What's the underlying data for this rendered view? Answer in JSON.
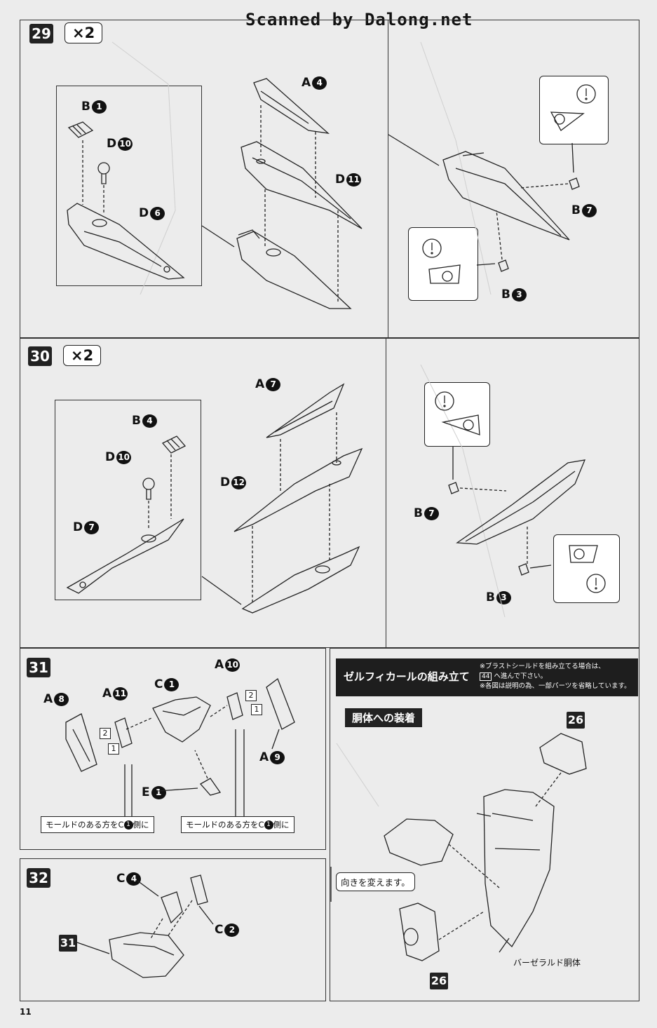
{
  "header": {
    "scan_credit": "Scanned by Dalong.net"
  },
  "page_number": "11",
  "steps": [
    {
      "number": "29",
      "multiplier": "×2",
      "labels": [
        {
          "letter": "B",
          "num": "1"
        },
        {
          "letter": "D",
          "num": "10"
        },
        {
          "letter": "D",
          "num": "6"
        },
        {
          "letter": "A",
          "num": "4"
        },
        {
          "letter": "D",
          "num": "11"
        },
        {
          "letter": "B",
          "num": "7"
        },
        {
          "letter": "B",
          "num": "3"
        }
      ]
    },
    {
      "number": "30",
      "multiplier": "×2",
      "labels": [
        {
          "letter": "B",
          "num": "4"
        },
        {
          "letter": "D",
          "num": "10"
        },
        {
          "letter": "D",
          "num": "7"
        },
        {
          "letter": "A",
          "num": "7"
        },
        {
          "letter": "D",
          "num": "12"
        },
        {
          "letter": "B",
          "num": "7"
        },
        {
          "letter": "B",
          "num": "3"
        }
      ]
    },
    {
      "number": "31",
      "labels": [
        {
          "letter": "A",
          "num": "8"
        },
        {
          "letter": "A",
          "num": "11"
        },
        {
          "letter": "C",
          "num": "1"
        },
        {
          "letter": "A",
          "num": "10"
        },
        {
          "letter": "A",
          "num": "9"
        },
        {
          "letter": "E",
          "num": "1"
        }
      ],
      "order_marks": [
        "2",
        "1",
        "2",
        "1"
      ],
      "notes": [
        {
          "before": "モールドのある方をC",
          "num": "1",
          "after": "側に"
        },
        {
          "before": "モールドのある方をC",
          "num": "1",
          "after": "側に"
        }
      ]
    },
    {
      "number": "32",
      "labels": [
        {
          "letter": "C",
          "num": "4"
        },
        {
          "letter": "C",
          "num": "2"
        }
      ],
      "ref": "31"
    }
  ],
  "section": {
    "title": "ゼルフィカールの組み立て",
    "note_line1": "※ブラストシールドを組み立てる場合は、",
    "note_line2_ref": "44",
    "note_line2": "へ進んで下さい。",
    "note_line3": "※各図は説明の為、一部パーツを省略しています。",
    "subtitle": "胴体への装着",
    "ref_top": "26",
    "ref_bottom": "26",
    "callout_turn": "向きを変えます。",
    "body_label": "バーゼラルド胴体"
  }
}
